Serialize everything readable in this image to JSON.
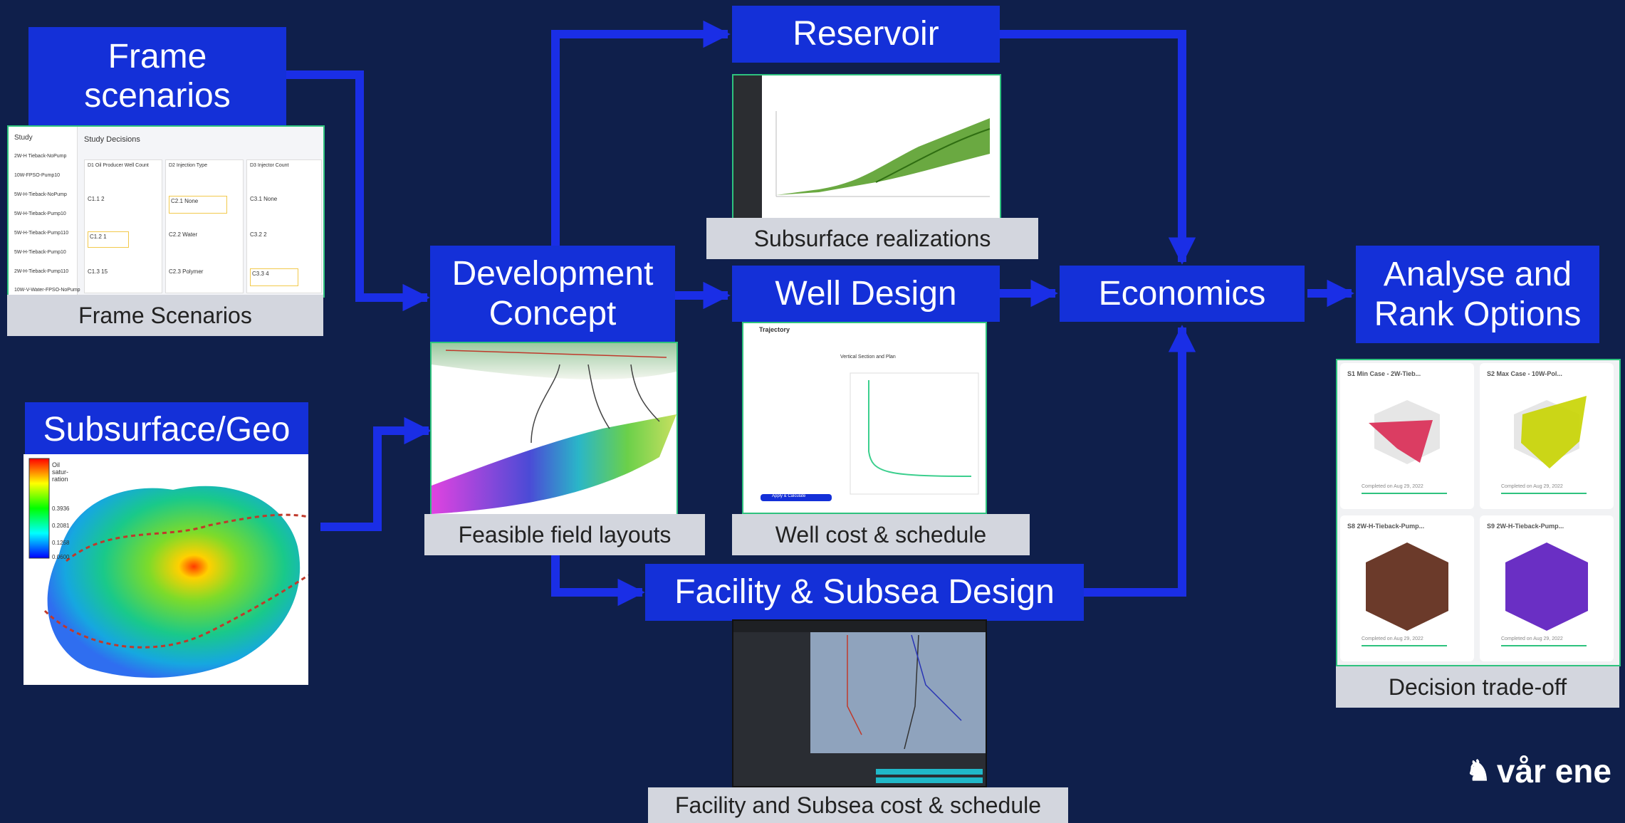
{
  "boxes": {
    "frame": "Frame\nscenarios",
    "subsurface": "Subsurface/Geo",
    "dev": "Development\nConcept",
    "reservoir": "Reservoir",
    "well": "Well Design",
    "facility": "Facility & Subsea Design",
    "economics": "Economics",
    "analyse": "Analyse and\nRank Options"
  },
  "captions": {
    "frame": "Frame Scenarios",
    "reservoir": "Subsurface realizations",
    "dev": "Feasible field layouts",
    "well": "Well cost & schedule",
    "facility": "Facility and Subsea cost & schedule",
    "analyse": "Decision trade-off"
  },
  "frame_panel": {
    "header_left": "Study",
    "title": "Study Decisions",
    "sidebar": [
      "2W-H Tieback-NoPump",
      "10W-FPSO-Pump10",
      "5W-H-Tieback-NoPump",
      "5W-H-Tieback-Pump10",
      "5W-H-Tieback-Pump110",
      "5W-H-Tieback-Pump10",
      "2W-H-Tieback-Pump110",
      "10W-V-Water-FPSO-NoPump"
    ],
    "columns": [
      {
        "title": "D1 Oil Producer Well Count",
        "cards": [
          "C1.1 2",
          "C1.2 1",
          "C1.3 15"
        ]
      },
      {
        "title": "D2 Injection Type",
        "cards": [
          "C2.1 None",
          "C2.2 Water",
          "C2.3 Polymer"
        ]
      },
      {
        "title": "D3 Injector Count",
        "cards": [
          "C3.1 None",
          "C3.2 2",
          "C3.3 4"
        ]
      }
    ]
  },
  "geo_legend": [
    "Oil satur-ration",
    "0.3936",
    "0.2081",
    "0.1258",
    "0.0600"
  ],
  "trajectory": {
    "title": "Trajectory",
    "subtitle": "Vertical Section and Plan",
    "button": "Apply & Calculate"
  },
  "options": [
    {
      "title": "S1 Min Case - 2W-Tieb...",
      "status": "Completed on Aug 29, 2022",
      "color": "#d81e4a"
    },
    {
      "title": "S2 Max Case - 10W-Pol...",
      "status": "Completed on Aug 29, 2022",
      "color": "#c8d400"
    },
    {
      "title": "S8 2W-H-Tieback-Pump...",
      "status": "Completed on Aug 29, 2022",
      "color": "#6b3a2a"
    },
    {
      "title": "S9 2W-H-Tieback-Pump...",
      "status": "Completed on Aug 29, 2022",
      "color": "#6a2fc4"
    }
  ],
  "logo": "vår ene",
  "colors": {
    "background": "#0f1f4b",
    "box": "#1430d8",
    "arrow": "#1a2ee6",
    "caption": "#d3d6de"
  }
}
